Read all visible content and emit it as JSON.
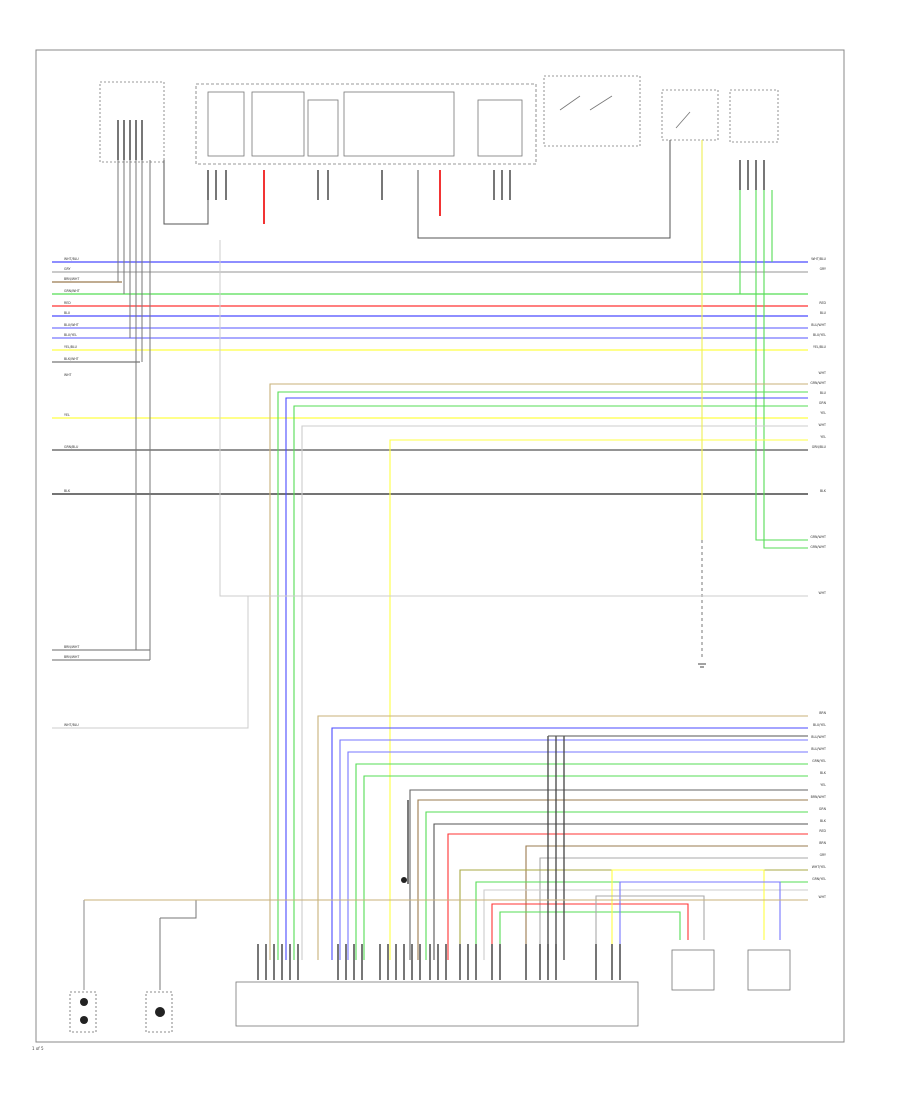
{
  "wires": {
    "left_1": "WHT/BLU",
    "left_2": "GRY",
    "left_3": "BRN/WHT",
    "left_4": "GRN/WHT",
    "left_5": "RED",
    "left_6": "BLU",
    "left_7": "BLU/WHT",
    "left_8": "BLU/YEL",
    "left_9": "YEL/BLU",
    "left_10": "BLK/WHT",
    "left_11": "WHT",
    "left_12": "YEL",
    "left_13": "GRN/BLU",
    "left_14": "BLK",
    "left_15": "BRN/WHT",
    "left_16": "BRN/WHT",
    "left_17": "WHT/BLU",
    "right_1": "WHT/BLU",
    "right_2": "GRY",
    "right_3": "RED",
    "right_4": "BLU",
    "right_5": "BLU/WHT",
    "right_6": "BLU/YEL",
    "right_7": "YEL/BLU",
    "right_8": "WHT",
    "right_9": "GRN/WHT",
    "right_10": "BLU",
    "right_11": "GRN",
    "right_12": "YEL",
    "right_13": "WHT",
    "right_14": "YEL",
    "right_15": "GRN/BLU",
    "right_16": "BLK",
    "right_17": "GRN/WHT",
    "right_18": "GRN/WHT",
    "right_19": "WHT",
    "right_20": "BRN",
    "right_21": "BLU/YEL",
    "right_22": "BLU/WHT",
    "right_23": "BLU/WHT",
    "right_24": "GRN/YEL",
    "right_25": "BLK",
    "right_26": "YEL",
    "right_27": "BRN/WHT",
    "right_28": "GRN",
    "right_29": "BLK",
    "right_30": "RED",
    "right_31": "BRN",
    "right_32": "GRY",
    "right_33": "WHT/YEL",
    "right_34": "GRN/YEL",
    "right_35": "WHT"
  },
  "footer": "1 of 5"
}
